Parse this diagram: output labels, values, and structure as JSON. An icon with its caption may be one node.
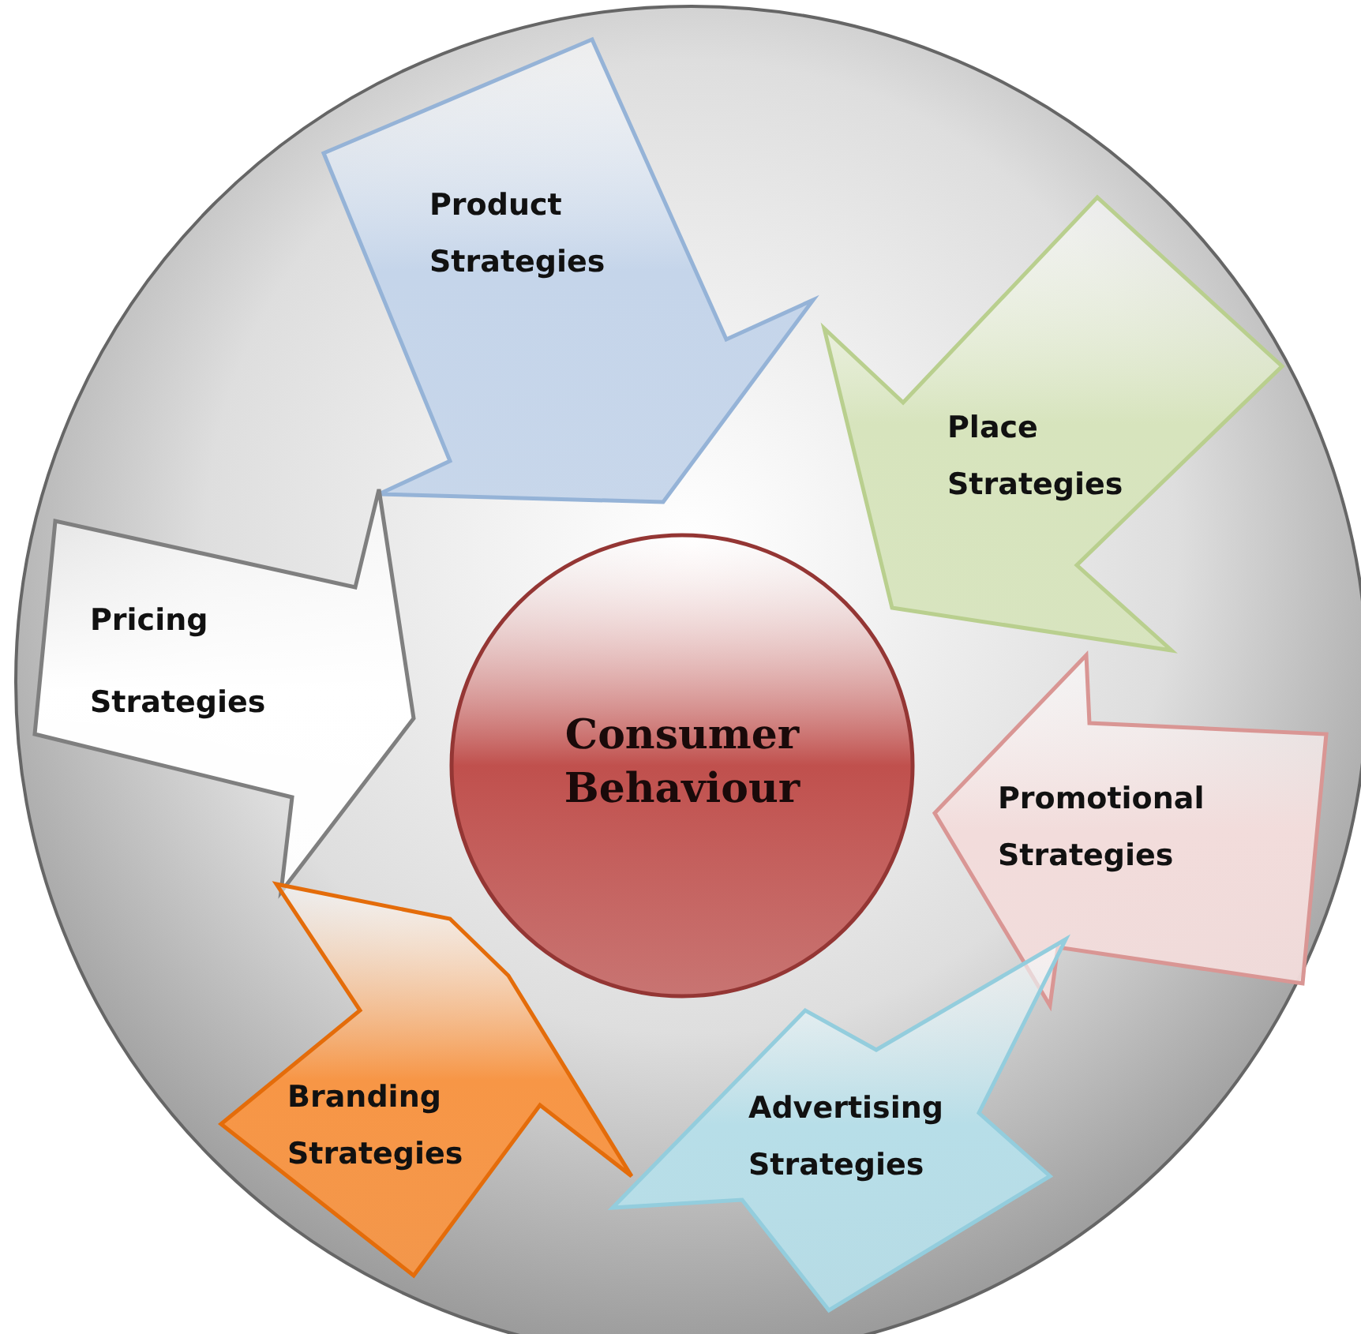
{
  "diagram": {
    "nodes": [
      {
        "text": [
          "Product Strategies"
        ]
      },
      {
        "text": [
          "Place Strategies"
        ]
      },
      {
        "text": [
          "Pricing Strategies"
        ]
      },
      {
        "text": [
          "Consumer Behaviour"
        ]
      },
      {
        "text": [
          "Promotional Strategies"
        ]
      },
      {
        "text": [
          "Branding Strategies"
        ]
      },
      {
        "text": [
          "Advertising Strategies"
        ]
      }
    ]
  }
}
